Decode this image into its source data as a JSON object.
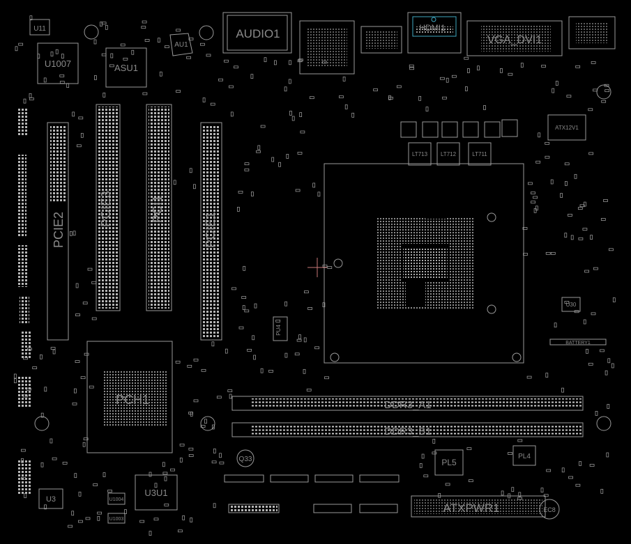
{
  "title": "",
  "colors": {
    "background": "#000000",
    "outline": "#a0a0a0",
    "pad": "#bdbdbd",
    "label": "#8a8a8a",
    "highlight": "#3fa7c0",
    "crosshair": "#c87878"
  },
  "components": {
    "u11": "U11",
    "u1007": "U1007",
    "asu1": "ASU1",
    "au1": "AU1",
    "audio1": "AUDIO1",
    "hdmi1": "HDMI1",
    "vga_dvi1": "VGA_DVI1",
    "pcie2": "PCIE2",
    "pcie3": "PCIE3",
    "pci1": "PCI1",
    "pcie1": "PCIE1",
    "lt713": "LT713",
    "lt712": "LT712",
    "lt711": "LT711",
    "atx12v1": "ATX12V1",
    "pch1": "PCH1",
    "pu4": "PU4",
    "q33": "Q33",
    "ddr3_a1": "DDR3_A1",
    "ddr3_b1": "DDR3_B1",
    "battery1": "BATTERY1",
    "u30": "U30",
    "u3u1": "U3U1",
    "u3": "U3",
    "pl5": "PL5",
    "pl4": "PL4",
    "atxpwr1": "ATXPWR1",
    "ec8": "EC8",
    "u1004": "U1004",
    "u1003": "U1003"
  }
}
